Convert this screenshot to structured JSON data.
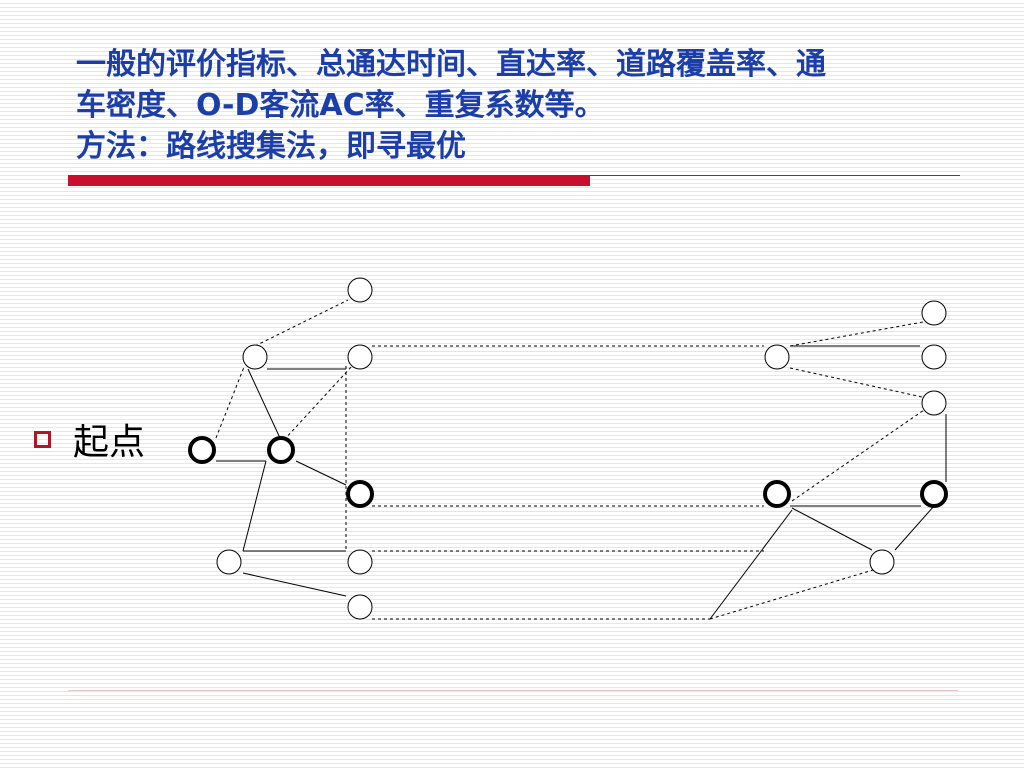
{
  "title": {
    "line1": "一般的评价指标、总通达时间、直达率、道路覆盖率、通",
    "line2_a": "车密度、",
    "line2_b": "O-D",
    "line2_c": "客流",
    "line2_d": "AC",
    "line2_e": "率、重复系数等。",
    "line3": "方法：路线搜集法，即寻最优"
  },
  "bullet": {
    "label": "起点"
  },
  "colors": {
    "title": "#1c3ea8",
    "accent_red": "#c8102e",
    "bullet_box": "#b0152a"
  }
}
